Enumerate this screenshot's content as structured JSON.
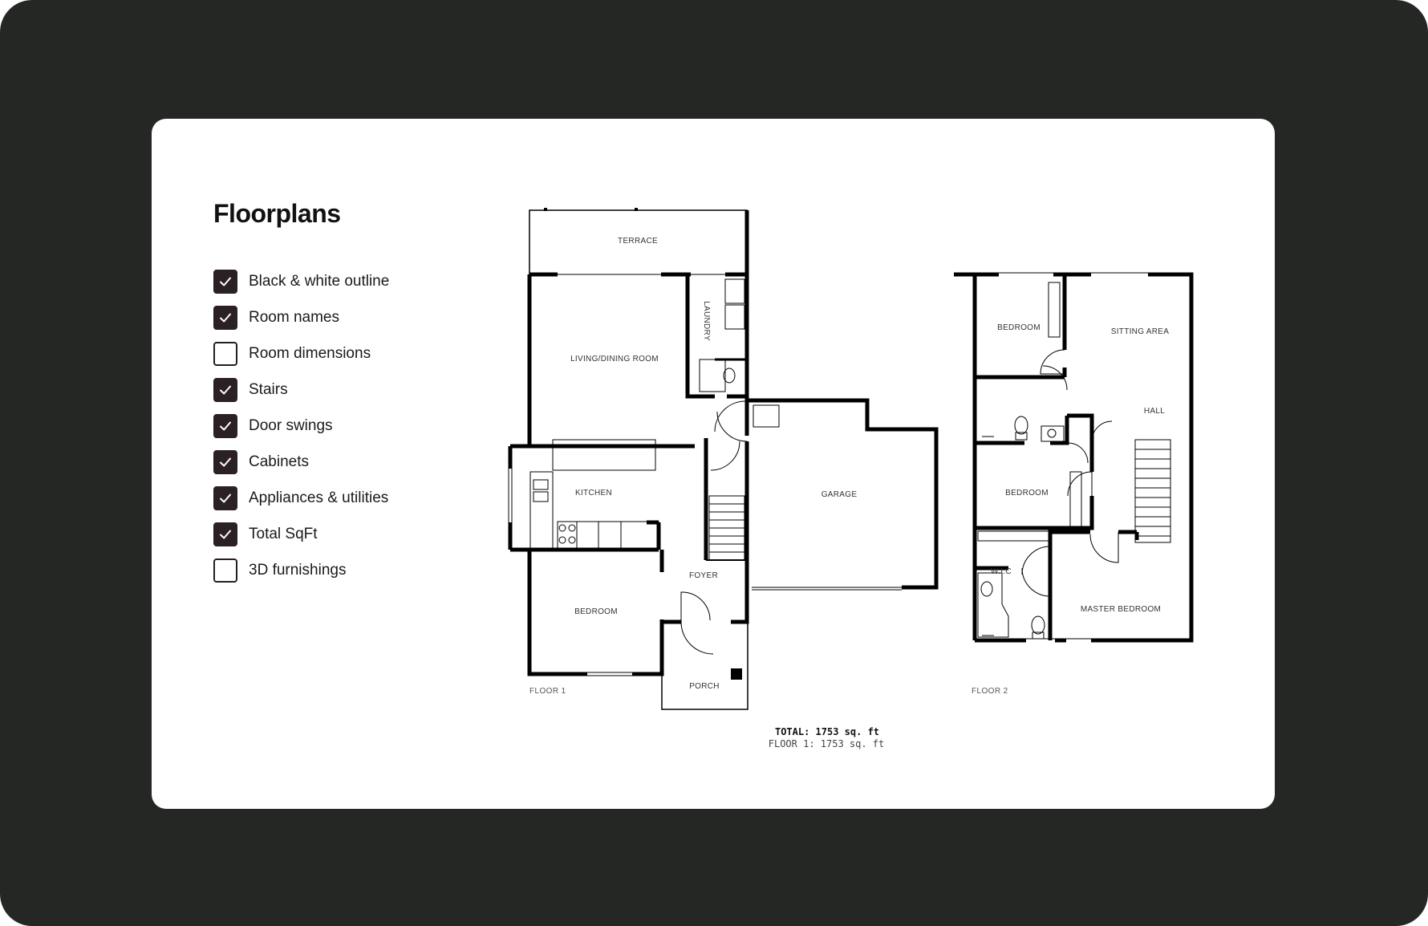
{
  "panel": {
    "title": "Floorplans",
    "options": [
      {
        "label": "Black & white outline",
        "checked": true
      },
      {
        "label": "Room names",
        "checked": true
      },
      {
        "label": "Room dimensions",
        "checked": false
      },
      {
        "label": "Stairs",
        "checked": true
      },
      {
        "label": "Door swings",
        "checked": true
      },
      {
        "label": "Cabinets",
        "checked": true
      },
      {
        "label": "Appliances & utilities",
        "checked": true
      },
      {
        "label": "Total SqFt",
        "checked": true
      },
      {
        "label": "3D furnishings",
        "checked": false
      }
    ]
  },
  "plan": {
    "floor1": {
      "label": "FLOOR 1",
      "rooms": {
        "terrace": "TERRACE",
        "laundry": "LAUNDRY",
        "living": "LIVING/DINING ROOM",
        "kitchen": "KITCHEN",
        "garage": "GARAGE",
        "foyer": "FOYER",
        "bedroom": "BEDROOM",
        "porch": "PORCH"
      }
    },
    "floor2": {
      "label": "FLOOR 2",
      "rooms": {
        "bedroom_top": "BEDROOM",
        "sitting": "SITTING AREA",
        "hall": "HALL",
        "bedroom_mid": "BEDROOM",
        "wic": "W.I.C",
        "master": "MASTER BEDROOM"
      }
    },
    "total": "TOTAL: 1753 sq. ft",
    "floor1_area": "FLOOR 1: 1753 sq. ft"
  },
  "colors": {
    "background": "#252724",
    "card": "#ffffff",
    "checkbox_fill": "#2b2023",
    "wall": "#000000"
  }
}
